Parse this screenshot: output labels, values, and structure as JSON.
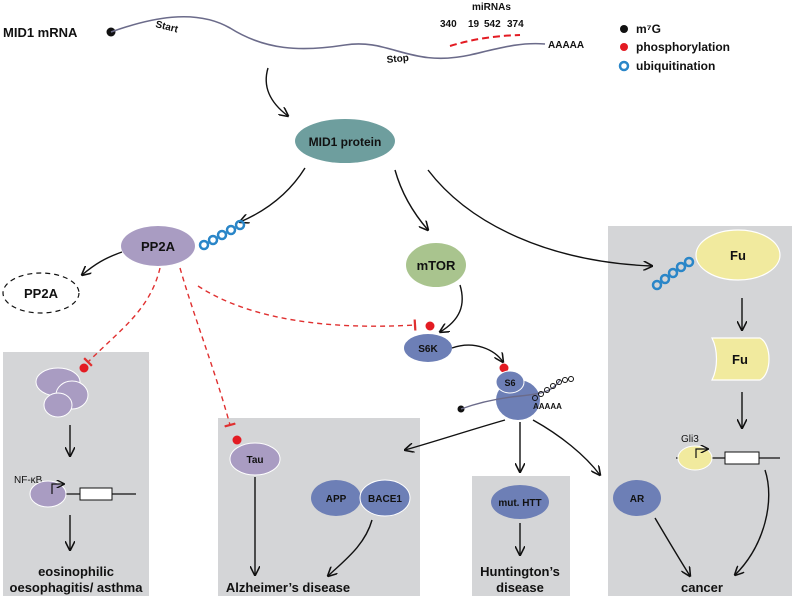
{
  "mrna": {
    "label": "MID1 mRNA",
    "start": "Start",
    "stop": "Stop",
    "polyA": "AAAAA",
    "mirnas_title": "miRNAs",
    "mirnas": [
      "340",
      "19",
      "542",
      "374"
    ]
  },
  "legend": {
    "m7g": "m⁷G",
    "phosphorylation": "phosphorylation",
    "ubiquitination": "ubiquitination"
  },
  "nodes": {
    "mid1_protein": "MID1 protein",
    "pp2a": "PP2A",
    "pp2a_inactive": "PP2A",
    "mtor": "mTOR",
    "s6k": "S6K",
    "s6": "S6",
    "ribosome_polyA": "AAAAA",
    "fu_top": "Fu",
    "fu_bottom": "Fu",
    "gli3": "Gli3",
    "nfkb": "NF-κB",
    "tau": "Tau",
    "app": "APP",
    "bace1": "BACE1",
    "mut_htt": "mut. HTT",
    "ar": "AR"
  },
  "outcomes": {
    "asthma_line1": "eosinophilic",
    "asthma_line2": "oesophagitis/ asthma",
    "alzheimers": "Alzheimer’s disease",
    "huntingtons_line1": "Huntington’s",
    "huntingtons_line2": "disease",
    "cancer": "cancer"
  },
  "colors": {
    "panel": "#d4d5d7",
    "mid1_protein": "#6e9e9e",
    "pp2a": "#a99cc2",
    "mtor": "#a9c48e",
    "blue_protein": "#6d7fb6",
    "fu": "#f1ea9e",
    "phospho": "#e31b23",
    "ubiquitin": "#2a86c8",
    "mrna_line": "#6b6b8a"
  }
}
